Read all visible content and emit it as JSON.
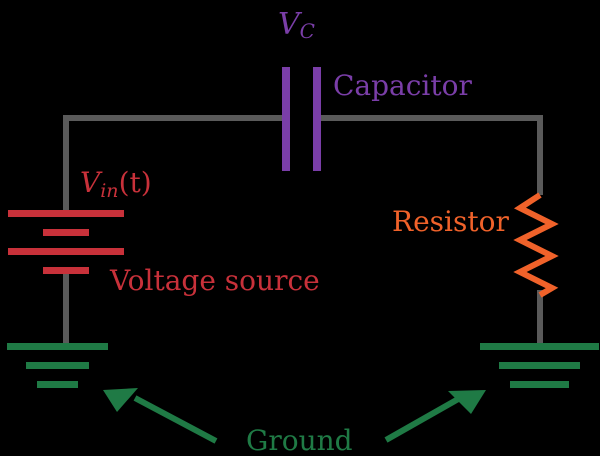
{
  "title": "RC circuit schematic",
  "colors": {
    "background": "#000000",
    "wire": "#5a5a5a",
    "capacitor": "#7a3ea8",
    "source": "#c8313a",
    "resistor": "#f0622a",
    "ground": "#1f7a45"
  },
  "labels": {
    "capacitor_voltage_symbol": "V",
    "capacitor_voltage_subscript": "C",
    "capacitor": "Capacitor",
    "source_voltage_symbol": "V",
    "source_voltage_subscript": "in",
    "source_voltage_arg": "(t)",
    "source": "Voltage source",
    "resistor": "Resistor",
    "ground": "Ground"
  },
  "components": [
    {
      "id": "capacitor",
      "type": "capacitor"
    },
    {
      "id": "voltage-source",
      "type": "battery"
    },
    {
      "id": "resistor",
      "type": "resistor"
    },
    {
      "id": "ground-left",
      "type": "ground"
    },
    {
      "id": "ground-right",
      "type": "ground"
    }
  ]
}
